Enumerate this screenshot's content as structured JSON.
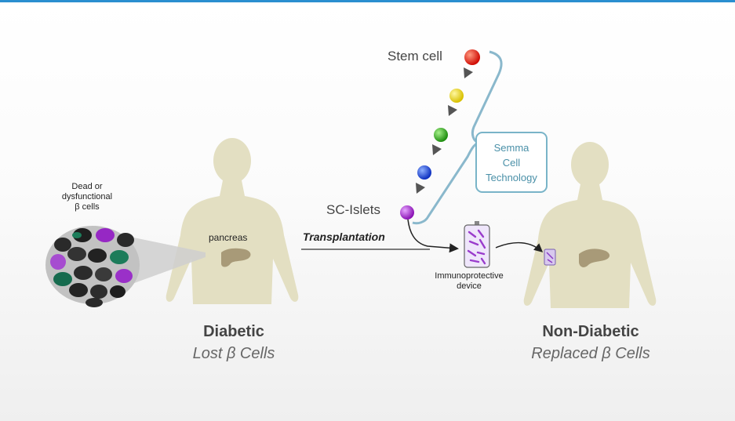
{
  "labels": {
    "dead_cells": [
      "Dead or",
      "dysfunctional",
      "β cells"
    ],
    "pancreas": "pancreas",
    "stem_cell": "Stem cell",
    "sc_islets": "SC-Islets",
    "transplantation": "Transplantation",
    "device": [
      "Immunoprotective",
      "device"
    ],
    "semma": [
      "Semma",
      "Cell",
      "Technology"
    ],
    "diabetic_title": "Diabetic",
    "diabetic_sub": "Lost β Cells",
    "nondiabetic_title": "Non-Diabetic",
    "nondiabetic_sub": "Replaced β Cells"
  },
  "colors": {
    "silhouette": "#e3dfc2",
    "pancreas": "#a89a78",
    "stem_red": "#e0120a",
    "yellow": "#e8d400",
    "green": "#2faa1c",
    "blue": "#1a46d8",
    "islet_purple": "#a020c8",
    "bracket": "#8ab8cc",
    "accent_rule": "#2a8fd0"
  }
}
